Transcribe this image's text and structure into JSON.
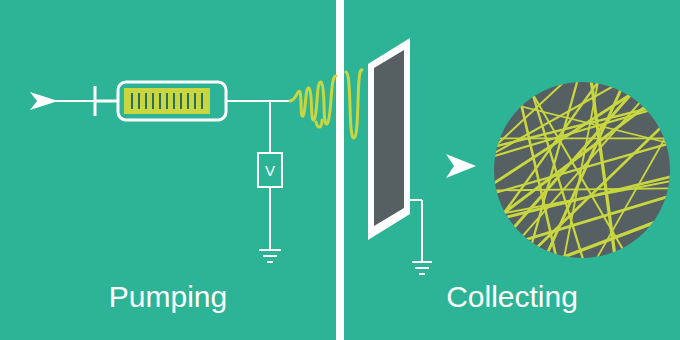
{
  "diagram": {
    "nodes": [
      {
        "text": [
          "V"
        ]
      }
    ],
    "labels": [
      "Pumping",
      "Collecting"
    ]
  }
}
